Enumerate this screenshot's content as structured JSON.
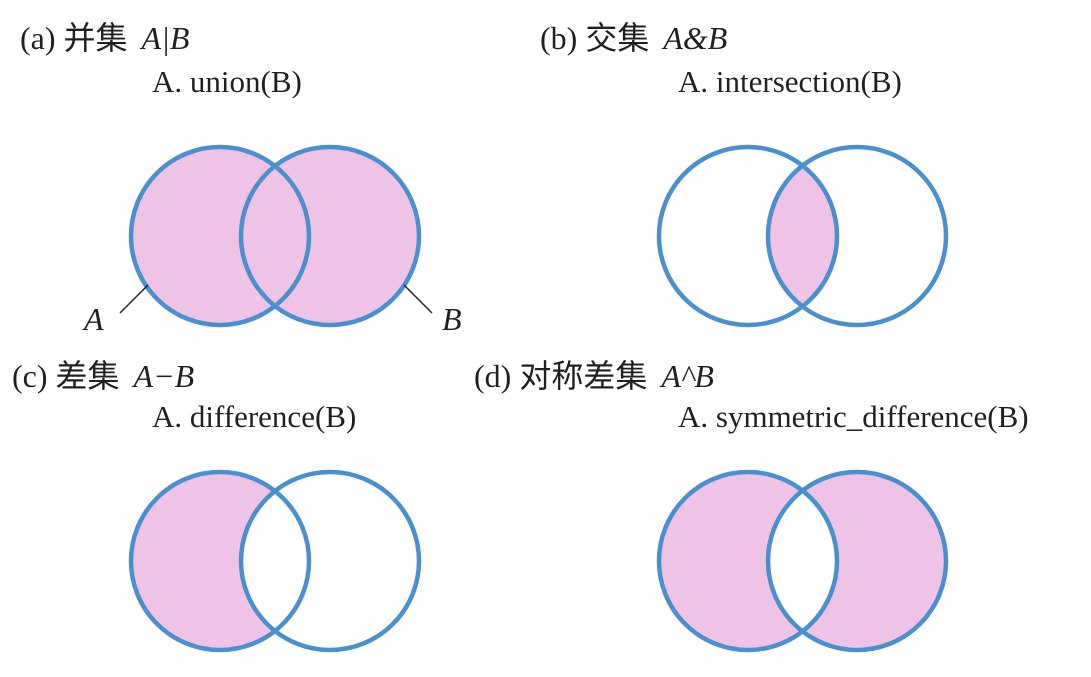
{
  "colors": {
    "fill": "#efc3e6",
    "outline": "#4a90cf",
    "text": "#231f20"
  },
  "panels": [
    {
      "tag": "(a)",
      "name": "并集",
      "expr": "A|B",
      "method": "A. union(B)",
      "shade": "union"
    },
    {
      "tag": "(b)",
      "name": "交集",
      "expr": "A&B",
      "method": "A. intersection(B)",
      "shade": "intersection"
    },
    {
      "tag": "(c)",
      "name": "差集",
      "expr": "A−B",
      "method": "A. difference(B)",
      "shade": "difference"
    },
    {
      "tag": "(d)",
      "name": "对称差集",
      "expr": "A^B",
      "method": "A. symmetric_difference(B)",
      "shade": "symmetric_difference"
    }
  ],
  "set_labels": {
    "a": "A",
    "b": "B"
  }
}
